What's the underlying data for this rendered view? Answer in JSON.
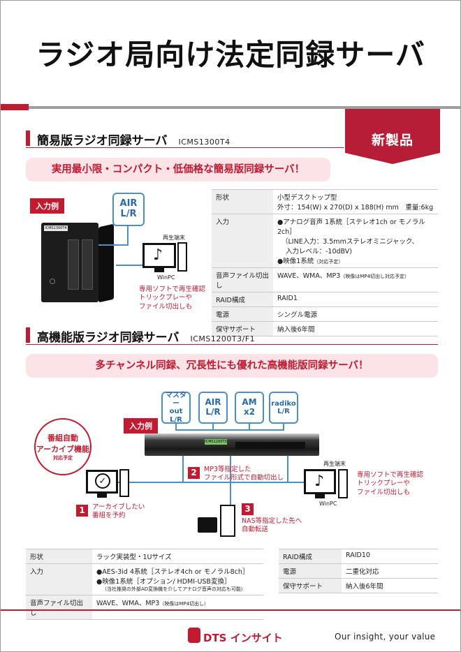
{
  "header": {
    "title": "ラジオ局向け法定同録サーバ",
    "new_badge": "新製品"
  },
  "section1": {
    "title": "簡易版ラジオ同録サーバ",
    "model": "ICMS1300T4",
    "banner": "実用最小限・コンパクト・低価格な簡易版同録サーバ！",
    "example_tag": "入力例",
    "device_label": "ICMS1300T4",
    "input_box": [
      "AIR",
      "L/R"
    ],
    "playback_label": "再生端末",
    "pc_label": "WinPC",
    "note": [
      "専用ソフトで再生確認",
      "トリックプレーや",
      "ファイル切出しも"
    ],
    "specs": [
      {
        "key": "形状",
        "lines": [
          "小型デスクトップ型",
          "外寸：154(W) x 270(D) x 188(H) mm　重量:6kg"
        ]
      },
      {
        "key": "入力",
        "lines": [
          "●アナログ音声 1系統［ステレオ1ch or モノラル2ch］",
          "（LINE入力：3.5mmステレオミニジャック、",
          "入力レベル：-10dBV)",
          "●映像1系統"
        ],
        "small": "（対応予定）"
      },
      {
        "key": "音声ファイル切出し",
        "lines": [
          "WAVE、WMA、MP3"
        ],
        "small": "（映像はMP4切出し対応予定）"
      },
      {
        "key": "RAID構成",
        "lines": [
          "RAID1"
        ]
      },
      {
        "key": "電源",
        "lines": [
          "シングル電源"
        ]
      },
      {
        "key": "保守サポート",
        "lines": [
          "納入後6年間"
        ]
      }
    ]
  },
  "section2": {
    "title": "高機能版ラジオ同録サーバ",
    "model": "ICMS1200T3/F1",
    "banner": "多チャンネル同録、冗長性にも優れた高機能版同録サーバ！",
    "example_tag": "入力例",
    "device_label": "ICMS1200T3",
    "inputs": [
      {
        "lines": [
          "マスター",
          "out",
          "L/R"
        ]
      },
      {
        "lines": [
          "AIR",
          "L/R"
        ]
      },
      {
        "lines": [
          "AM",
          "x2"
        ]
      },
      {
        "lines": [
          "radiko",
          "L/R"
        ]
      }
    ],
    "badge": [
      "番組自動",
      "アーカイブ機能",
      "対応予定"
    ],
    "steps": [
      {
        "num": "1",
        "lines": [
          "アーカイブしたい",
          "番組を予約"
        ]
      },
      {
        "num": "2",
        "lines": [
          "MP3等指定した",
          "ファイル形式で自動切出し"
        ]
      },
      {
        "num": "3",
        "lines": [
          "NAS等指定した先へ",
          "自動転送"
        ]
      }
    ],
    "playback_label": "再生端末",
    "pc_label": "WinPC",
    "note": [
      "専用ソフトで再生確認",
      "トリックプレーや",
      "ファイル切出しも"
    ],
    "specs_left": [
      {
        "key": "形状",
        "lines": [
          "ラック実装型・1Uサイズ"
        ]
      },
      {
        "key": "入力",
        "lines": [
          "●AES-3id 4系統［ステレオ4ch or モノラル8ch］",
          "●映像1系統［オプション/ HDMI-USB変換］"
        ],
        "small": "（当社推奨の外部AD変換機を介してアナログ音声の対応も可能）"
      },
      {
        "key": "音声ファイル切出し",
        "lines": [
          "WAVE、WMA、MP3"
        ],
        "small": "（映像はMP4切出し）"
      }
    ],
    "specs_right": [
      {
        "key": "RAID構成",
        "lines": [
          "RAID10"
        ]
      },
      {
        "key": "電源",
        "lines": [
          "二重化対応"
        ]
      },
      {
        "key": "保守サポート",
        "lines": [
          "納入後6年間"
        ]
      }
    ]
  },
  "footer": {
    "logo": "DTS インサイト",
    "tagline": "Our insight, your value"
  },
  "colors": {
    "accent": "#c21a30",
    "banner_bg": "#fbe3e7",
    "port_blue": "#4a90c8"
  }
}
